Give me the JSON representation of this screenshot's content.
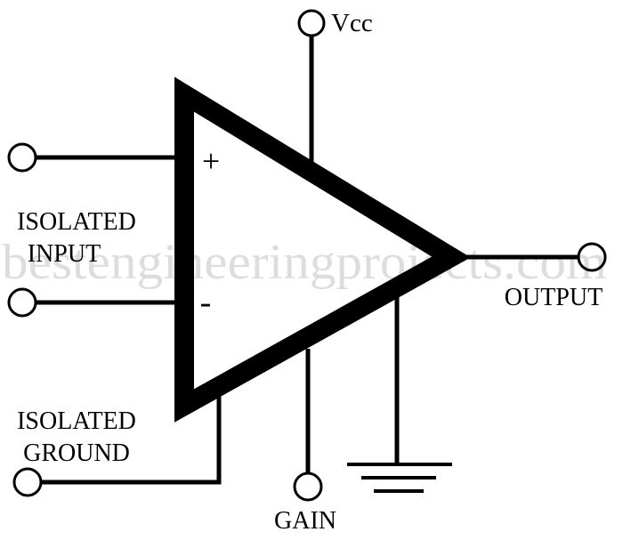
{
  "diagram": {
    "labels": {
      "vcc": "Vcc",
      "plus": "+",
      "minus": "-",
      "isolated_input_line1": "ISOLATED",
      "isolated_input_line2": "INPUT",
      "isolated_ground_line1": "ISOLATED",
      "isolated_ground_line2": "GROUND",
      "output": "OUTPUT",
      "gain": "GAIN"
    },
    "watermark": "bestengineeringprojects.com",
    "colors": {
      "ink": "#000000",
      "background": "#ffffff"
    }
  }
}
